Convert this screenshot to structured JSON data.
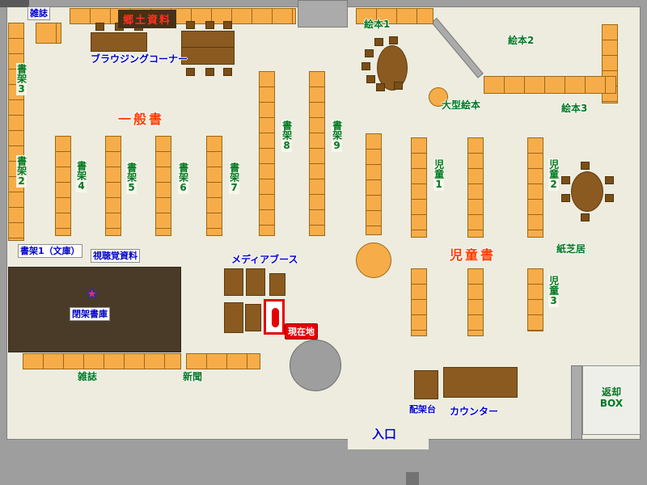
{
  "labels": {
    "magazines_top": "雑誌",
    "local_materials": "郷土資料",
    "browsing_corner": "ブラウジングコーナー",
    "shelf3": "書架3",
    "shelf2": "書架2",
    "general_books": "一般書",
    "shelf4": "書架4",
    "shelf5": "書架5",
    "shelf6": "書架6",
    "shelf7": "書架7",
    "shelf8": "書架8",
    "shelf9": "書架9",
    "picture_books1": "絵本1",
    "picture_books2": "絵本2",
    "picture_books3": "絵本3",
    "large_picture_books": "大型絵本",
    "children1": "児童1",
    "children2": "児童2",
    "children3": "児童3",
    "children_books": "児童書",
    "kamishibai": "紙芝居",
    "shelf1_bunko": "書架1（文庫）",
    "audiovisual": "視聴覚資料",
    "closed_stacks": "閉架書庫",
    "media_booth": "メディアブース",
    "current_location": "現在地",
    "magazines_bottom": "雑誌",
    "newspapers": "新聞",
    "shelving_stand": "配架台",
    "counter": "カウンター",
    "entrance": "入口",
    "return_box_line1": "返却",
    "return_box_line2": "BOX",
    "star_glyph": "★"
  },
  "colors": {
    "floor": "#EDECDF",
    "wall": "#ABABAB",
    "shelf_orange": "#F6AD49",
    "table_brown": "#8A5A20",
    "stacks_dark": "#4A3B28",
    "text_blue": "#0000C5",
    "text_green": "#007820",
    "accent_red": "#FF3C00",
    "marker_red": "#E60000"
  }
}
